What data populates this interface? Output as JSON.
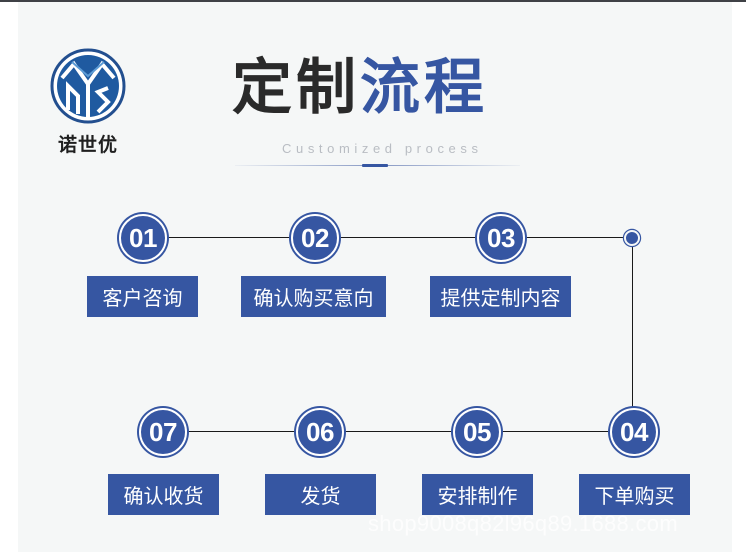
{
  "brand": {
    "logo": "nuoshiyou-circle-logo-icon",
    "name": "诺世优"
  },
  "title": {
    "part_dark": "定制",
    "part_blue": "流程",
    "subtitle": "Customized process"
  },
  "colors": {
    "accent": "#3656a2",
    "title_dark": "#2a2a2a",
    "panel_bg": "#f5f7f7",
    "line": "#1a1a1a"
  },
  "steps": [
    {
      "number": "01",
      "label": "客户咨询"
    },
    {
      "number": "02",
      "label": "确认购买意向"
    },
    {
      "number": "03",
      "label": "提供定制内容"
    },
    {
      "number": "04",
      "label": "下单购买"
    },
    {
      "number": "05",
      "label": "安排制作"
    },
    {
      "number": "06",
      "label": "发货"
    },
    {
      "number": "07",
      "label": "确认收货"
    }
  ],
  "watermark": "shop9008q82l96q89.1688.com"
}
